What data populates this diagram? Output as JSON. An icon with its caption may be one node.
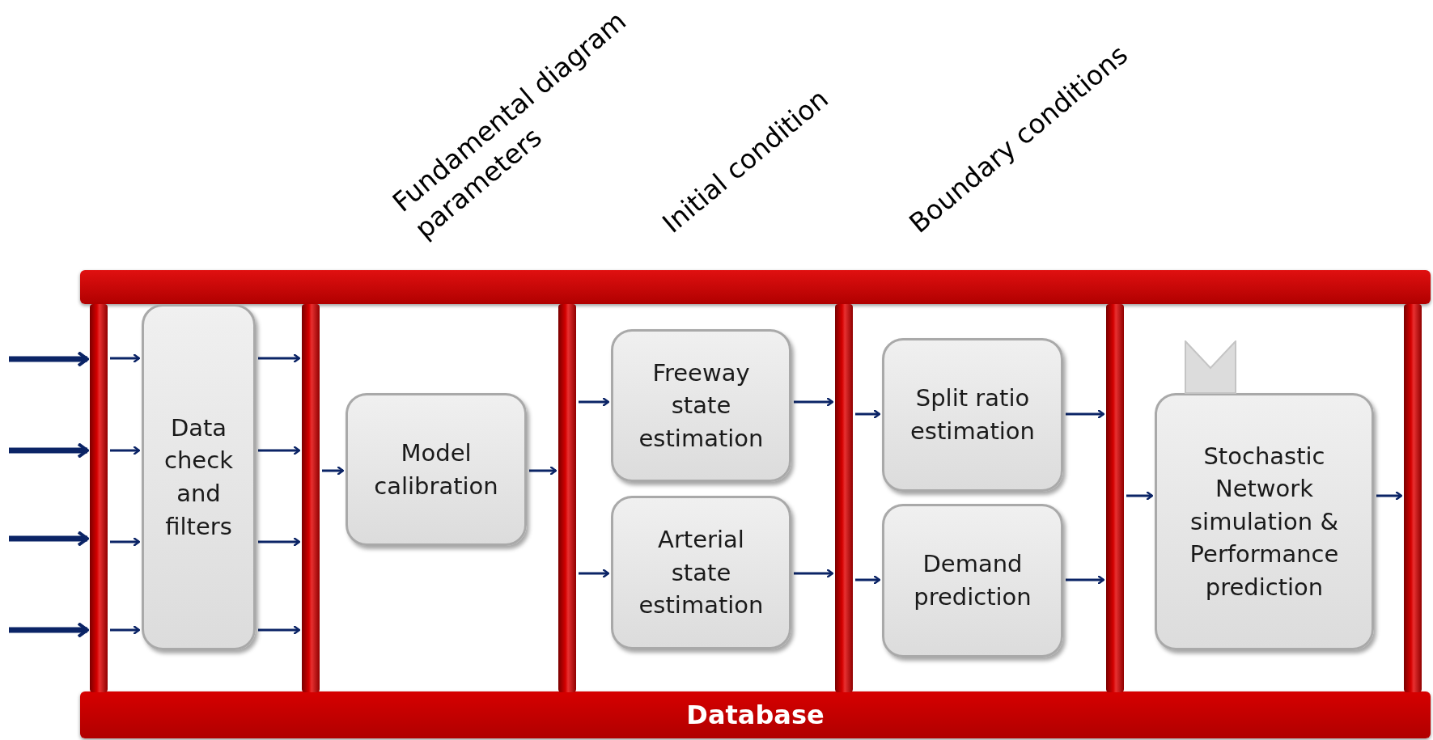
{
  "diagram": {
    "nodes": [
      {
        "text": [
          "Data check and filters"
        ]
      },
      {
        "text": [
          "Model calibration"
        ]
      },
      {
        "text": [
          "Freeway state estimation"
        ]
      },
      {
        "text": [
          "Arterial state estimation"
        ]
      },
      {
        "text": [
          "Split ratio estimation"
        ]
      },
      {
        "text": [
          "Demand prediction"
        ]
      },
      {
        "text": [
          "Stochastic Network simulation & Performance prediction"
        ]
      },
      {
        "text": [
          "Database"
        ]
      },
      {
        "text": [],
        "shape": "bar"
      },
      {
        "text": [],
        "shape": "bar"
      },
      {
        "text": [],
        "shape": "bar"
      },
      {
        "text": [],
        "shape": "bar"
      },
      {
        "text": [],
        "shape": "bar"
      },
      {
        "text": [],
        "shape": "bar"
      }
    ],
    "edges": [
      {
        "from": null,
        "to": 8,
        "arrow": "to",
        "style": "thick"
      },
      {
        "from": null,
        "to": 8,
        "arrow": "to",
        "style": "thick"
      },
      {
        "from": null,
        "to": 8,
        "arrow": "to",
        "style": "thick"
      },
      {
        "from": null,
        "to": 8,
        "arrow": "to",
        "style": "thick"
      },
      {
        "from": 8,
        "to": 0,
        "arrow": "to"
      },
      {
        "from": 8,
        "to": 0,
        "arrow": "to"
      },
      {
        "from": 8,
        "to": 0,
        "arrow": "to"
      },
      {
        "from": 8,
        "to": 0,
        "arrow": "to"
      },
      {
        "from": 0,
        "to": 9,
        "arrow": "to"
      },
      {
        "from": 0,
        "to": 9,
        "arrow": "to"
      },
      {
        "from": 0,
        "to": 9,
        "arrow": "to"
      },
      {
        "from": 0,
        "to": 9,
        "arrow": "to"
      },
      {
        "from": 9,
        "to": 1,
        "arrow": "to"
      },
      {
        "from": 1,
        "to": 10,
        "arrow": "to"
      },
      {
        "from": 10,
        "to": 2,
        "arrow": "to"
      },
      {
        "from": 10,
        "to": 3,
        "arrow": "to"
      },
      {
        "from": 2,
        "to": 11,
        "arrow": "to"
      },
      {
        "from": 3,
        "to": 11,
        "arrow": "to"
      },
      {
        "from": 11,
        "to": 4,
        "arrow": "to"
      },
      {
        "from": 11,
        "to": 5,
        "arrow": "to"
      },
      {
        "from": 4,
        "to": 12,
        "arrow": "to"
      },
      {
        "from": 5,
        "to": 12,
        "arrow": "to"
      },
      {
        "from": 12,
        "to": 6,
        "arrow": "to"
      },
      {
        "from": 6,
        "to": 13,
        "arrow": "to"
      }
    ],
    "labels": [
      "Fundamental diagram parameters",
      "Initial condition",
      "Boundary conditions"
    ]
  }
}
